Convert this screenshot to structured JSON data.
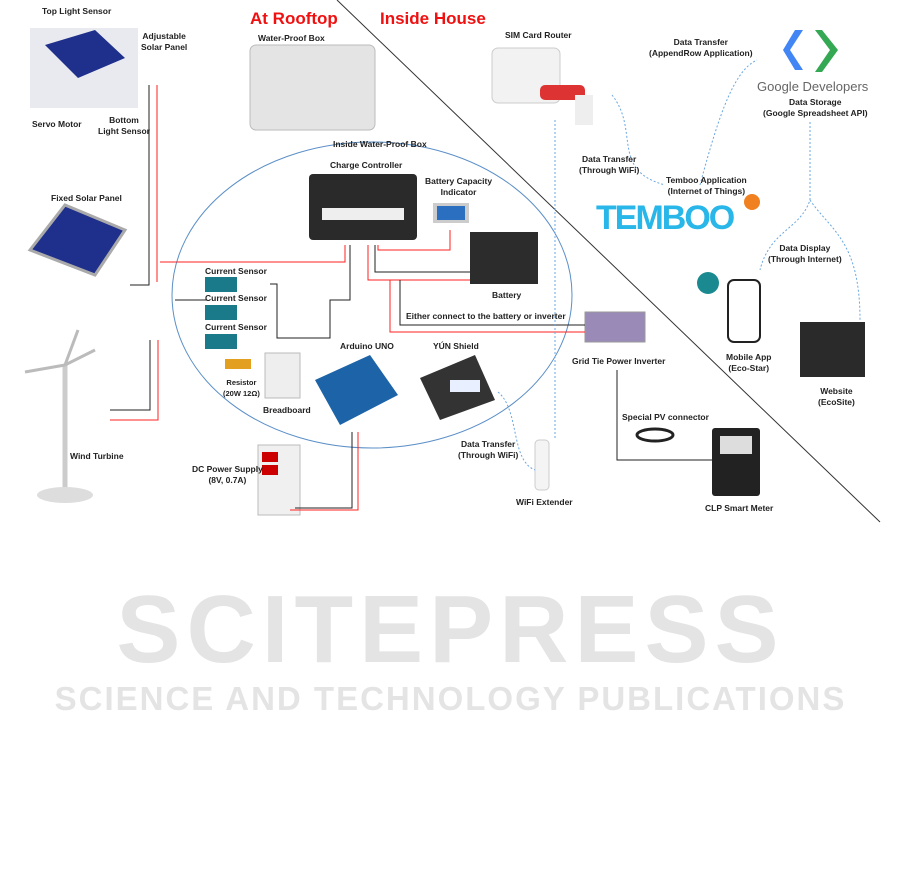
{
  "headers": {
    "rooftop": "At Rooftop",
    "house": "Inside House"
  },
  "labels": {
    "top_light_sensor": "Top Light Sensor",
    "adjustable_panel": [
      "Adjustable",
      "Solar Panel"
    ],
    "servo_motor": "Servo Motor",
    "bottom_light_sensor": [
      "Bottom",
      "Light Sensor"
    ],
    "fixed_panel": "Fixed Solar Panel",
    "wind_turbine": "Wind Turbine",
    "waterproof_box": "Water-Proof Box",
    "inside_box": "Inside Water-Proof Box",
    "charge_controller": "Charge Controller",
    "battery_indicator": [
      "Battery Capacity",
      "Indicator"
    ],
    "battery": "Battery",
    "current_sensor": "Current Sensor",
    "either_connect": "Either connect  to the battery or inverter",
    "arduino": "Arduino UNO",
    "yun_shield": "YÚN Shield",
    "resistor": [
      "Resistor",
      "(20W 12Ω)"
    ],
    "breadboard": "Breadboard",
    "dc_supply": [
      "DC Power Supply",
      "(8V, 0.7A)"
    ],
    "transfer_wifi_1": [
      "Data Transfer",
      "(Through WiFi)"
    ],
    "transfer_wifi_2": [
      "Data Transfer",
      "(Through WiFi)"
    ],
    "wifi_extender": "WiFi Extender",
    "inverter": "Grid Tie Power Inverter",
    "pv_connector": "Special PV connector",
    "smart_meter": "CLP Smart Meter",
    "sim_router": "SIM Card Router",
    "transfer_append": [
      "Data Transfer",
      "(AppendRow Application)"
    ],
    "google_dev": "Google Developers",
    "data_storage": [
      "Data Storage",
      "(Google Spreadsheet API)"
    ],
    "temboo_app": [
      "Temboo Application",
      "(Internet of Things)"
    ],
    "temboo_logo": "TEMBOO",
    "data_display": [
      "Data Display",
      "(Through Internet)"
    ],
    "mobile_app": [
      "Mobile App",
      "(Eco-Star)"
    ],
    "website": [
      "Website",
      "(EcoSite)"
    ]
  },
  "watermark": {
    "line1": "SCITEPRESS",
    "line2": "SCIENCE AND TECHNOLOGY PUBLICATIONS"
  },
  "colors": {
    "power": "#ff2020",
    "ground": "#222222",
    "data": "#6aa7e0",
    "temboo": "#29b6e8"
  }
}
